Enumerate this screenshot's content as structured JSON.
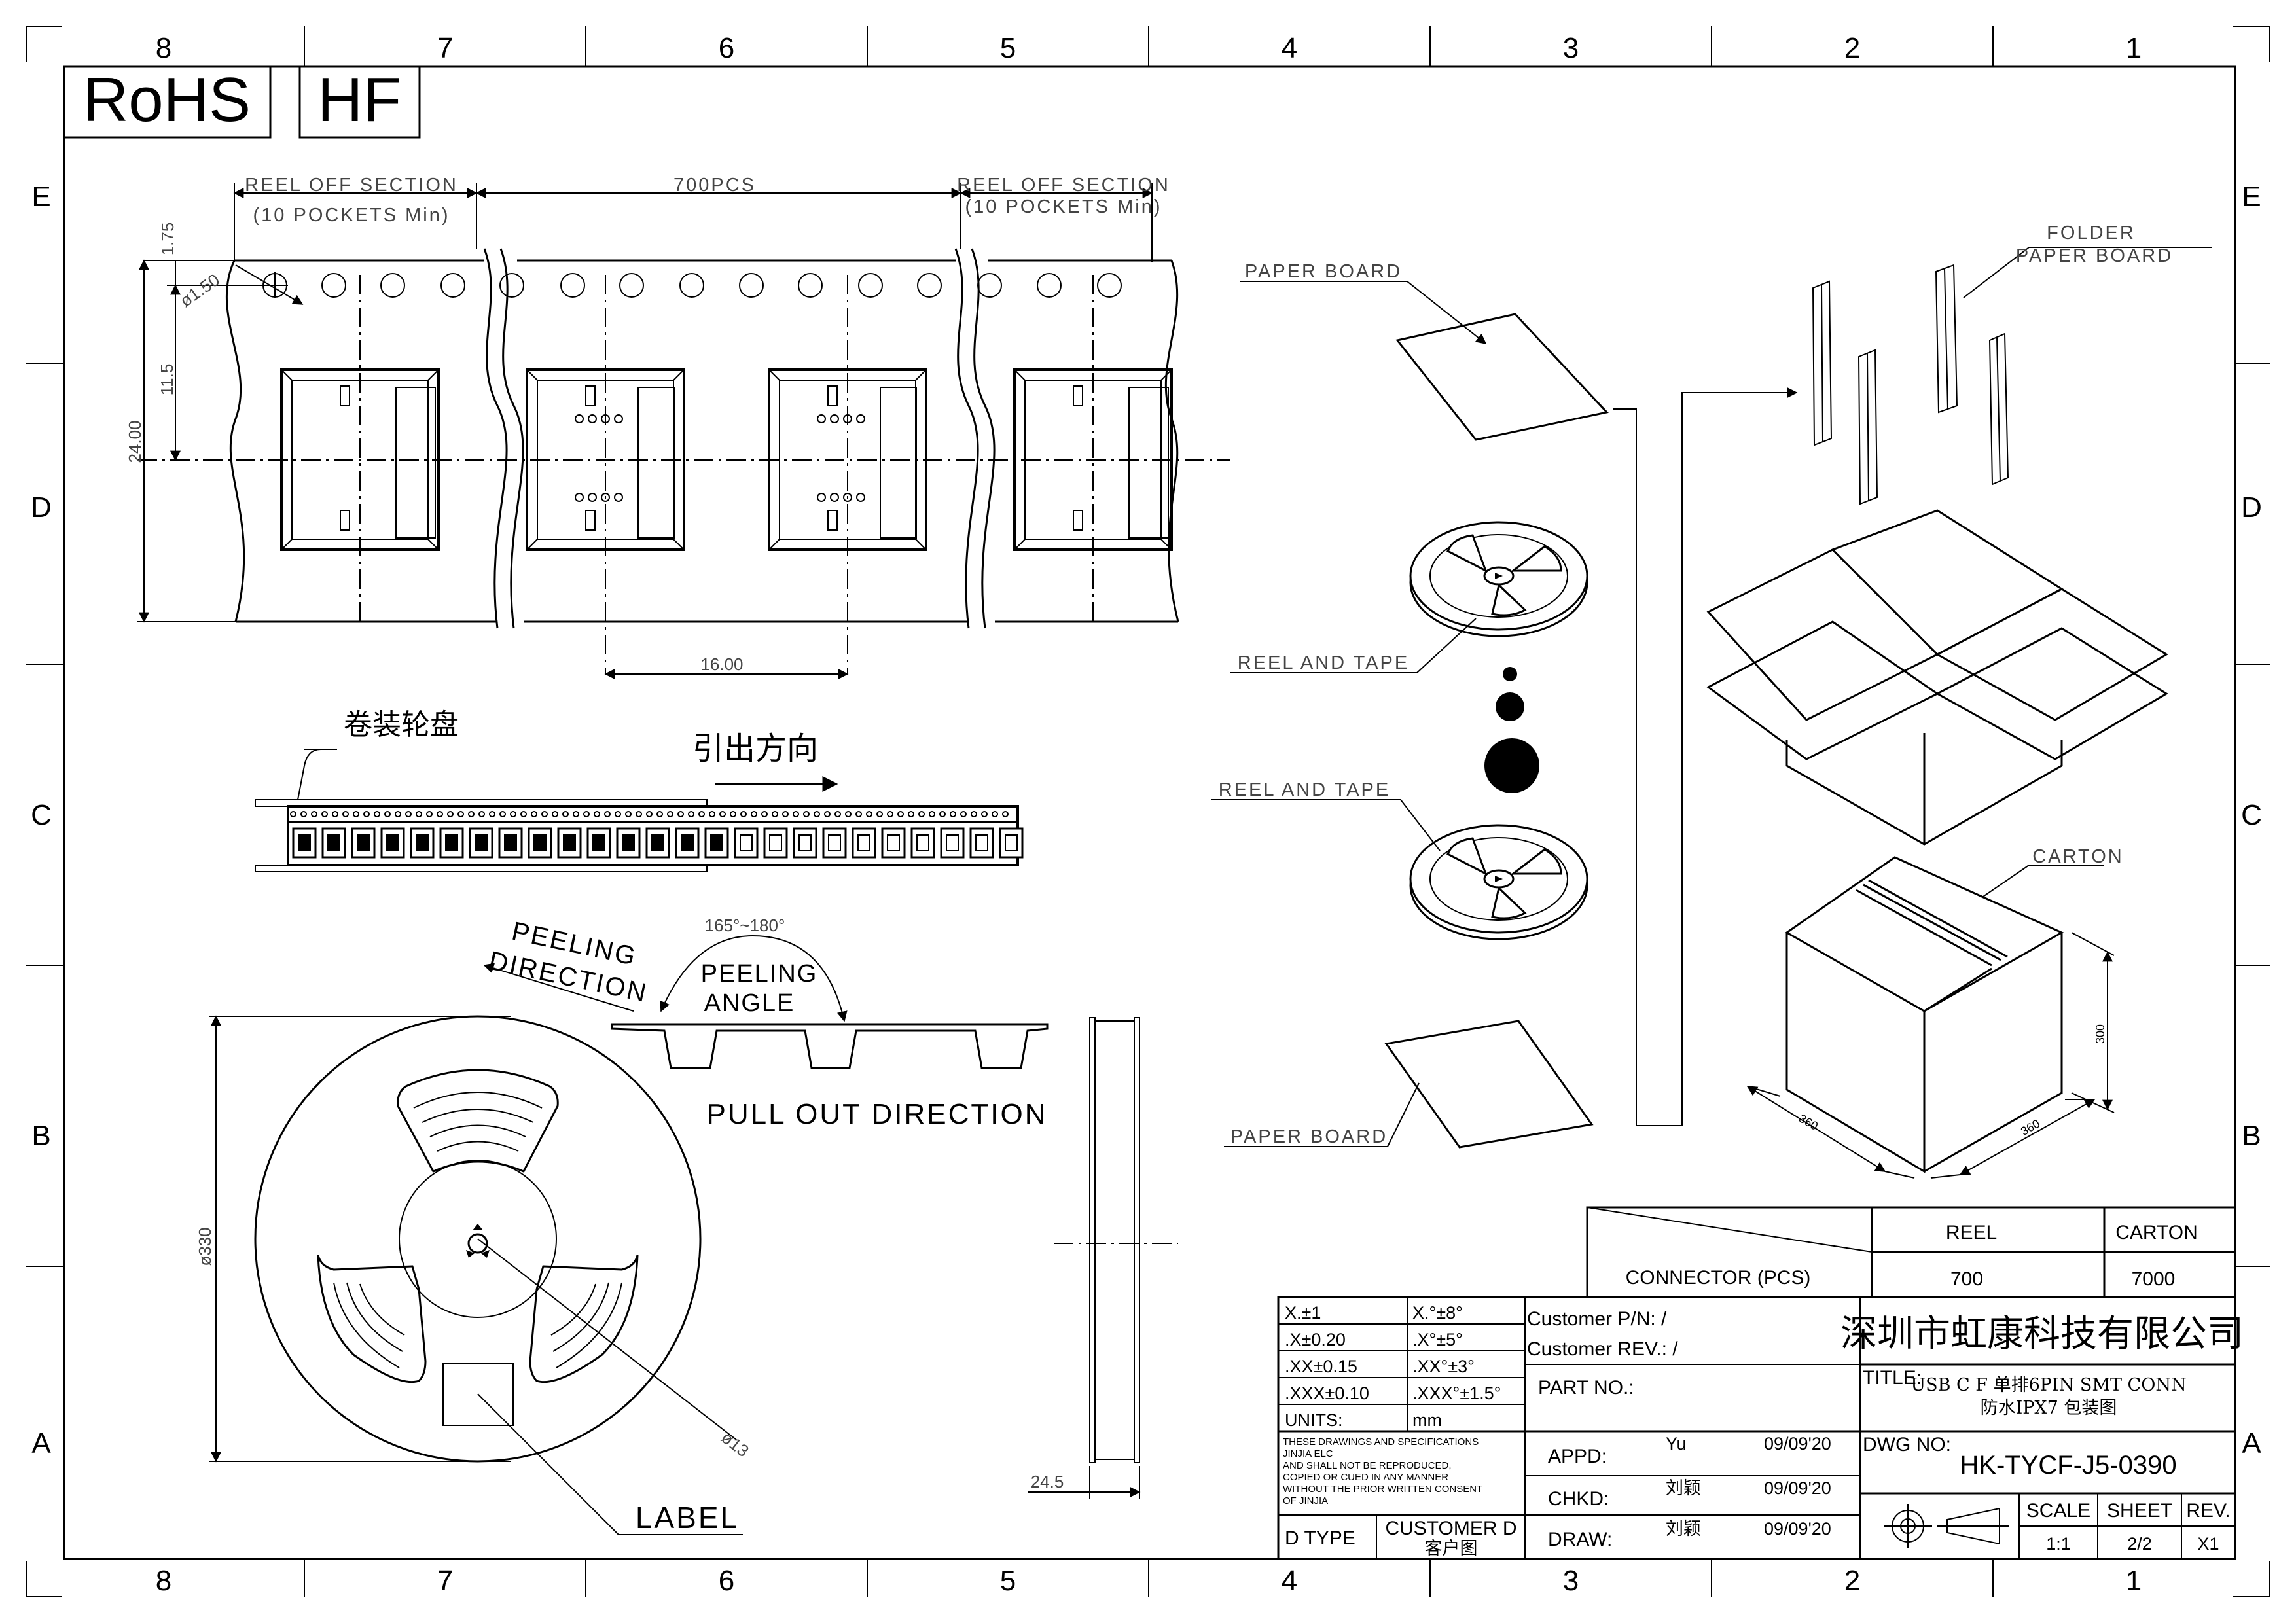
{
  "badges": {
    "rohs": "RoHS",
    "hf": "HF"
  },
  "frame": {
    "columns_top": [
      "8",
      "7",
      "6",
      "5",
      "4",
      "3",
      "2",
      "1"
    ],
    "columns_bottom": [
      "8",
      "7",
      "6",
      "5",
      "4",
      "3",
      "2",
      "1"
    ],
    "rows_left": [
      "E",
      "D",
      "C",
      "B",
      "A"
    ],
    "rows_right": [
      "E",
      "D",
      "C",
      "B",
      "A"
    ]
  },
  "tape": {
    "reel_off_left": "REEL OFF SECTION",
    "reel_off_left_sub": "(10 POCKETS Min)",
    "pcs": "700PCS",
    "reel_off_right": "REEL OFF SECTION",
    "reel_off_right_sub": "(10 POCKETS Min)",
    "dim_175": "1.75",
    "dim_hole": "ø1.50",
    "dim_115": "11.5",
    "dim_2400": "24.00",
    "dim_1600": "16.00"
  },
  "strip": {
    "reel_cn": "卷装轮盘",
    "direction_cn": "引出方向"
  },
  "peel": {
    "peeling_direction_1": "PEELING",
    "peeling_direction_2": "DIRECTION",
    "angle_range": "165°~180°",
    "peeling_angle_1": "PEELING",
    "peeling_angle_2": "ANGLE",
    "pull_out": "PULL OUT DIRECTION"
  },
  "reel": {
    "dia_330": "ø330",
    "dia_13": "ø13",
    "label": "LABEL",
    "width": "24.5"
  },
  "packing": {
    "paper_board_top": "PAPER BOARD",
    "reel_and_tape_1": "REEL AND TAPE",
    "reel_and_tape_2": "REEL AND TAPE",
    "paper_board_bottom": "PAPER BOARD",
    "folder_1": "FOLDER",
    "folder_2": "PAPER BOARD",
    "carton": "CARTON",
    "dim_300": "300",
    "dim_360a": "360",
    "dim_360b": "360"
  },
  "qty_table": {
    "col_reel": "REEL",
    "col_carton": "CARTON",
    "row_label": "CONNECTOR (PCS)",
    "reel_qty": "700",
    "carton_qty": "7000"
  },
  "title_block": {
    "tolerances": [
      {
        "a": "X.±1",
        "b": "X.°±8°"
      },
      {
        "a": ".X±0.20",
        "b": ".X°±5°"
      },
      {
        "a": ".XX±0.15",
        "b": ".XX°±3°"
      },
      {
        "a": ".XXX±0.10",
        "b": ".XXX°±1.5°"
      },
      {
        "a": "UNITS:",
        "b": "mm"
      }
    ],
    "notice": [
      "THESE DRAWINGS AND SPECIFICATIONS",
      "JINJIA ELC",
      "AND SHALL NOT BE REPRODUCED,",
      "COPIED OR CUED IN ANY MANNER",
      "WITHOUT THE PRIOR WRITTEN CONSENT",
      "OF JINJIA"
    ],
    "d_type": "D TYPE",
    "customer_d": "CUSTOMER D",
    "customer_cn": "客户图",
    "customer_pn": "Customer P/N:   /",
    "customer_rev": "Customer REV.: /",
    "part_no": "PART NO.:",
    "appd_label": "APPD:",
    "appd_name": "Yu",
    "appd_date": "09/09'20",
    "chkd_label": "CHKD:",
    "chkd_name": "刘颖",
    "chkd_date": "09/09'20",
    "draw_label": "DRAW:",
    "draw_name": "刘颖",
    "draw_date": "09/09'20",
    "company": "深圳市虹康科技有限公司",
    "title_label": "TITLE:",
    "title_line1": "USB C F 单排6PIN SMT CONN",
    "title_line2": "防水IPX7 包装图",
    "dwg_label": "DWG NO:",
    "dwg_no": "HK-TYCF-J5-0390",
    "scale_label": "SCALE",
    "sheet_label": "SHEET",
    "rev_label": "REV.",
    "scale": "1:1",
    "sheet": "2/2",
    "rev": "X1"
  }
}
